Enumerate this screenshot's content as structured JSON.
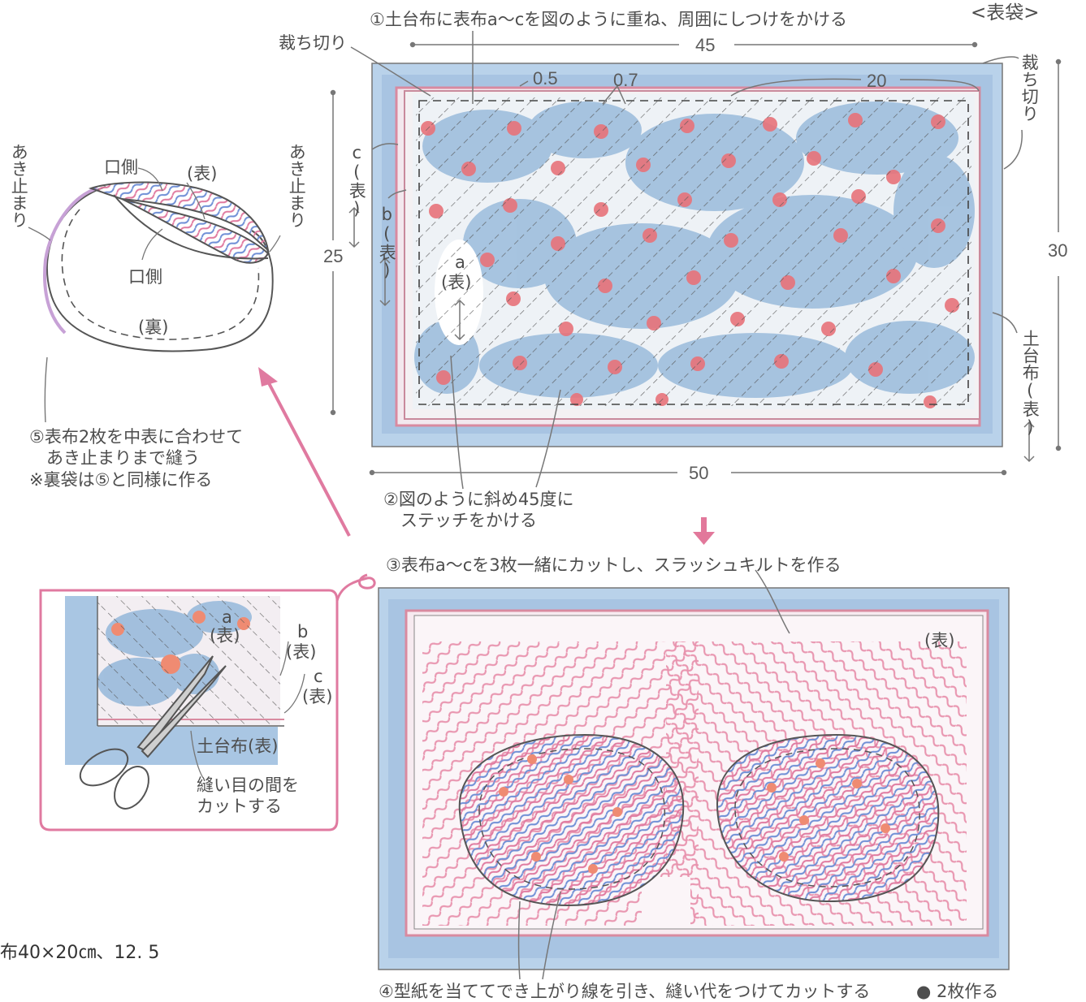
{
  "header": {
    "title": "<表袋>"
  },
  "steps": {
    "step1": "①土台布に表布a〜cを図のように重ね、周囲にしつけをかける",
    "step2": "②図のように斜め45度に\n　ステッチをかける",
    "step3": "③表布a〜cを3枚一緒にカットし、スラッシュキルトを作る",
    "step4": "④型紙を当ててでき上がり線を引き、縫い代をつけてカットする",
    "step4_count": "● 2枚作る",
    "step5": "⑤表布2枚を中表に合わせて\n　あき止まりまで縫う\n※裏袋は⑤と同様に作る"
  },
  "panel_top": {
    "cut_edge_left": "裁ち切り",
    "cut_edge_right": "裁ち切り",
    "dim_top": "45",
    "dim_bottom": "50",
    "dim_left": "25",
    "dim_right": "30",
    "offset_a": "0.5",
    "offset_b": "0.7",
    "offset_c": "20",
    "label_c": "c(表)",
    "label_b": "b(表)",
    "label_a_1": "a",
    "label_a_2": "(表)",
    "base_label": "土台布(表)"
  },
  "panel_bottom": {
    "face_label": "(表)"
  },
  "inset": {
    "label_a_1": "a",
    "label_a_2": "(表)",
    "label_b_1": "b",
    "label_b_2": "(表)",
    "label_c_1": "c",
    "label_c_2": "(表)",
    "base_label": "土台布(表)",
    "cut_note": "縫い目の間を\nカットする"
  },
  "bag": {
    "opening_end_left": "あき止まり",
    "opening_end_right": "あき止まり",
    "mouth_top": "口側",
    "mouth_mid": "口側",
    "front_label": "(表)",
    "back_label": "(裏)"
  },
  "footer_note": "布40×20㎝、12. 5",
  "colors": {
    "pink": "#e0799a",
    "blue": "#8fb4d8",
    "dot": "#e8737a",
    "pencil": "#666666"
  }
}
